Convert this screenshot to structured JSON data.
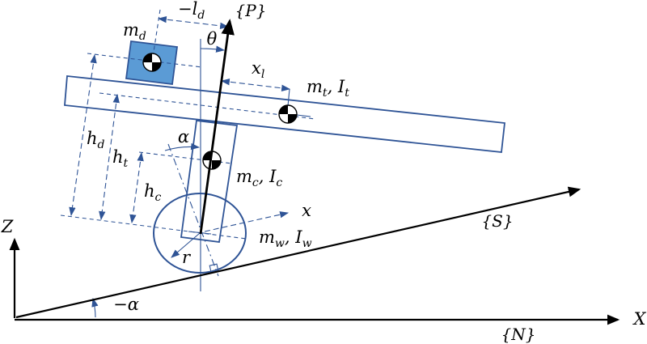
{
  "diagram": {
    "frames": {
      "p": "{P}",
      "s": "{S}",
      "n": "{N}"
    },
    "axes": {
      "world_z": "Z",
      "world_x": "X",
      "body_x": "x"
    },
    "angles": {
      "theta": "θ",
      "alpha": "α",
      "neg_alpha": "−α"
    },
    "dimensions": {
      "neg_ld": {
        "base": "−l",
        "sub": "d"
      },
      "xl": {
        "base": "x",
        "sub": "l"
      },
      "hd": {
        "base": "h",
        "sub": "d"
      },
      "ht": {
        "base": "h",
        "sub": "t"
      },
      "hc": {
        "base": "h",
        "sub": "c"
      },
      "r": "r"
    },
    "masses": {
      "md": {
        "base": "m",
        "sub": "d"
      },
      "mt": {
        "base": "m",
        "sub": "t",
        "base2": ", I",
        "sub2": "t"
      },
      "mc": {
        "base": "m",
        "sub": "c",
        "base2": ", I",
        "sub2": "c"
      },
      "mw": {
        "base": "m",
        "sub": "w",
        "base2": ", I",
        "sub2": "w"
      }
    }
  },
  "colors": {
    "line_blue": "#2f5496",
    "block_fill": "#5b9bd5",
    "black": "#000000",
    "background": "#ffffff"
  }
}
